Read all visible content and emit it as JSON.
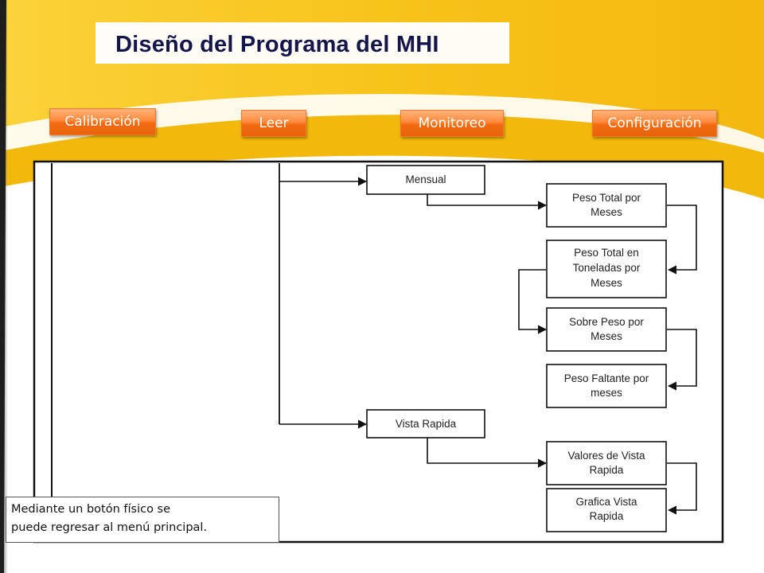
{
  "slide": {
    "title": "Diseño del Programa del MHI"
  },
  "menu": {
    "calibracion": "Calibración",
    "leer": "Leer",
    "monitoreo": "Monitoreo",
    "configuracion": "Configuración"
  },
  "diagram": {
    "mensual": "Mensual",
    "peso_total_meses": [
      "Peso Total por",
      "Meses"
    ],
    "peso_total_toneladas": [
      "Peso Total en",
      "Toneladas por",
      "Meses"
    ],
    "sobre_peso": [
      "Sobre Peso por",
      "Meses"
    ],
    "peso_faltante": [
      "Peso Faltante por",
      "meses"
    ],
    "vista_rapida": "Vista Rapida",
    "valores_vista_rapida": [
      "Valores de Vista",
      "Rapida"
    ],
    "grafica_vista_rapida": [
      "Grafica Vista",
      "Rapida"
    ]
  },
  "note": {
    "line1": "Mediante un botón físico se",
    "line2": "puede regresar al menú principal."
  },
  "colors": {
    "title": "#14154a",
    "button_orange": "#f26a0f",
    "banner_yellow": "#f7c51c"
  }
}
